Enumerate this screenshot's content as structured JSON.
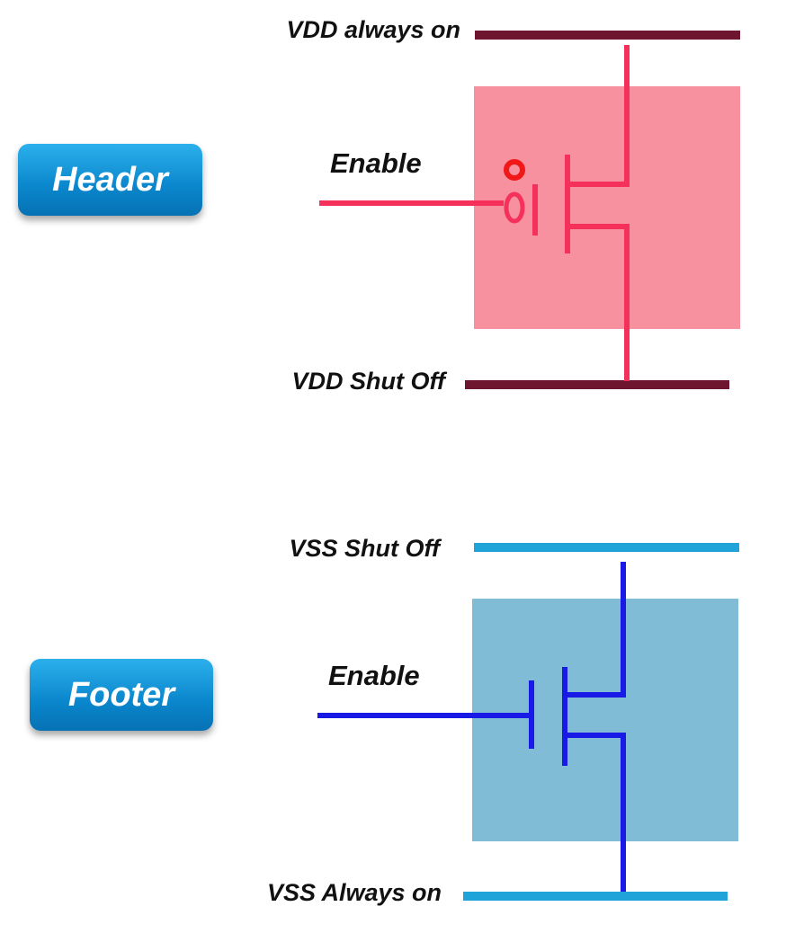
{
  "header_section": {
    "button_label": "Header",
    "rail_top_label": "VDD always on",
    "rail_bottom_label": "VDD Shut Off",
    "enable_label": "Enable",
    "colors": {
      "rail": "#6e1630",
      "box": "#f7909f",
      "transistor": "#f5305a"
    }
  },
  "footer_section": {
    "button_label": "Footer",
    "rail_top_label": "VSS Shut Off",
    "rail_bottom_label": "VSS Always on",
    "enable_label": "Enable",
    "colors": {
      "rail": "#1fa3d8",
      "box": "#80bcd6",
      "transistor": "#1a1ae6"
    }
  }
}
